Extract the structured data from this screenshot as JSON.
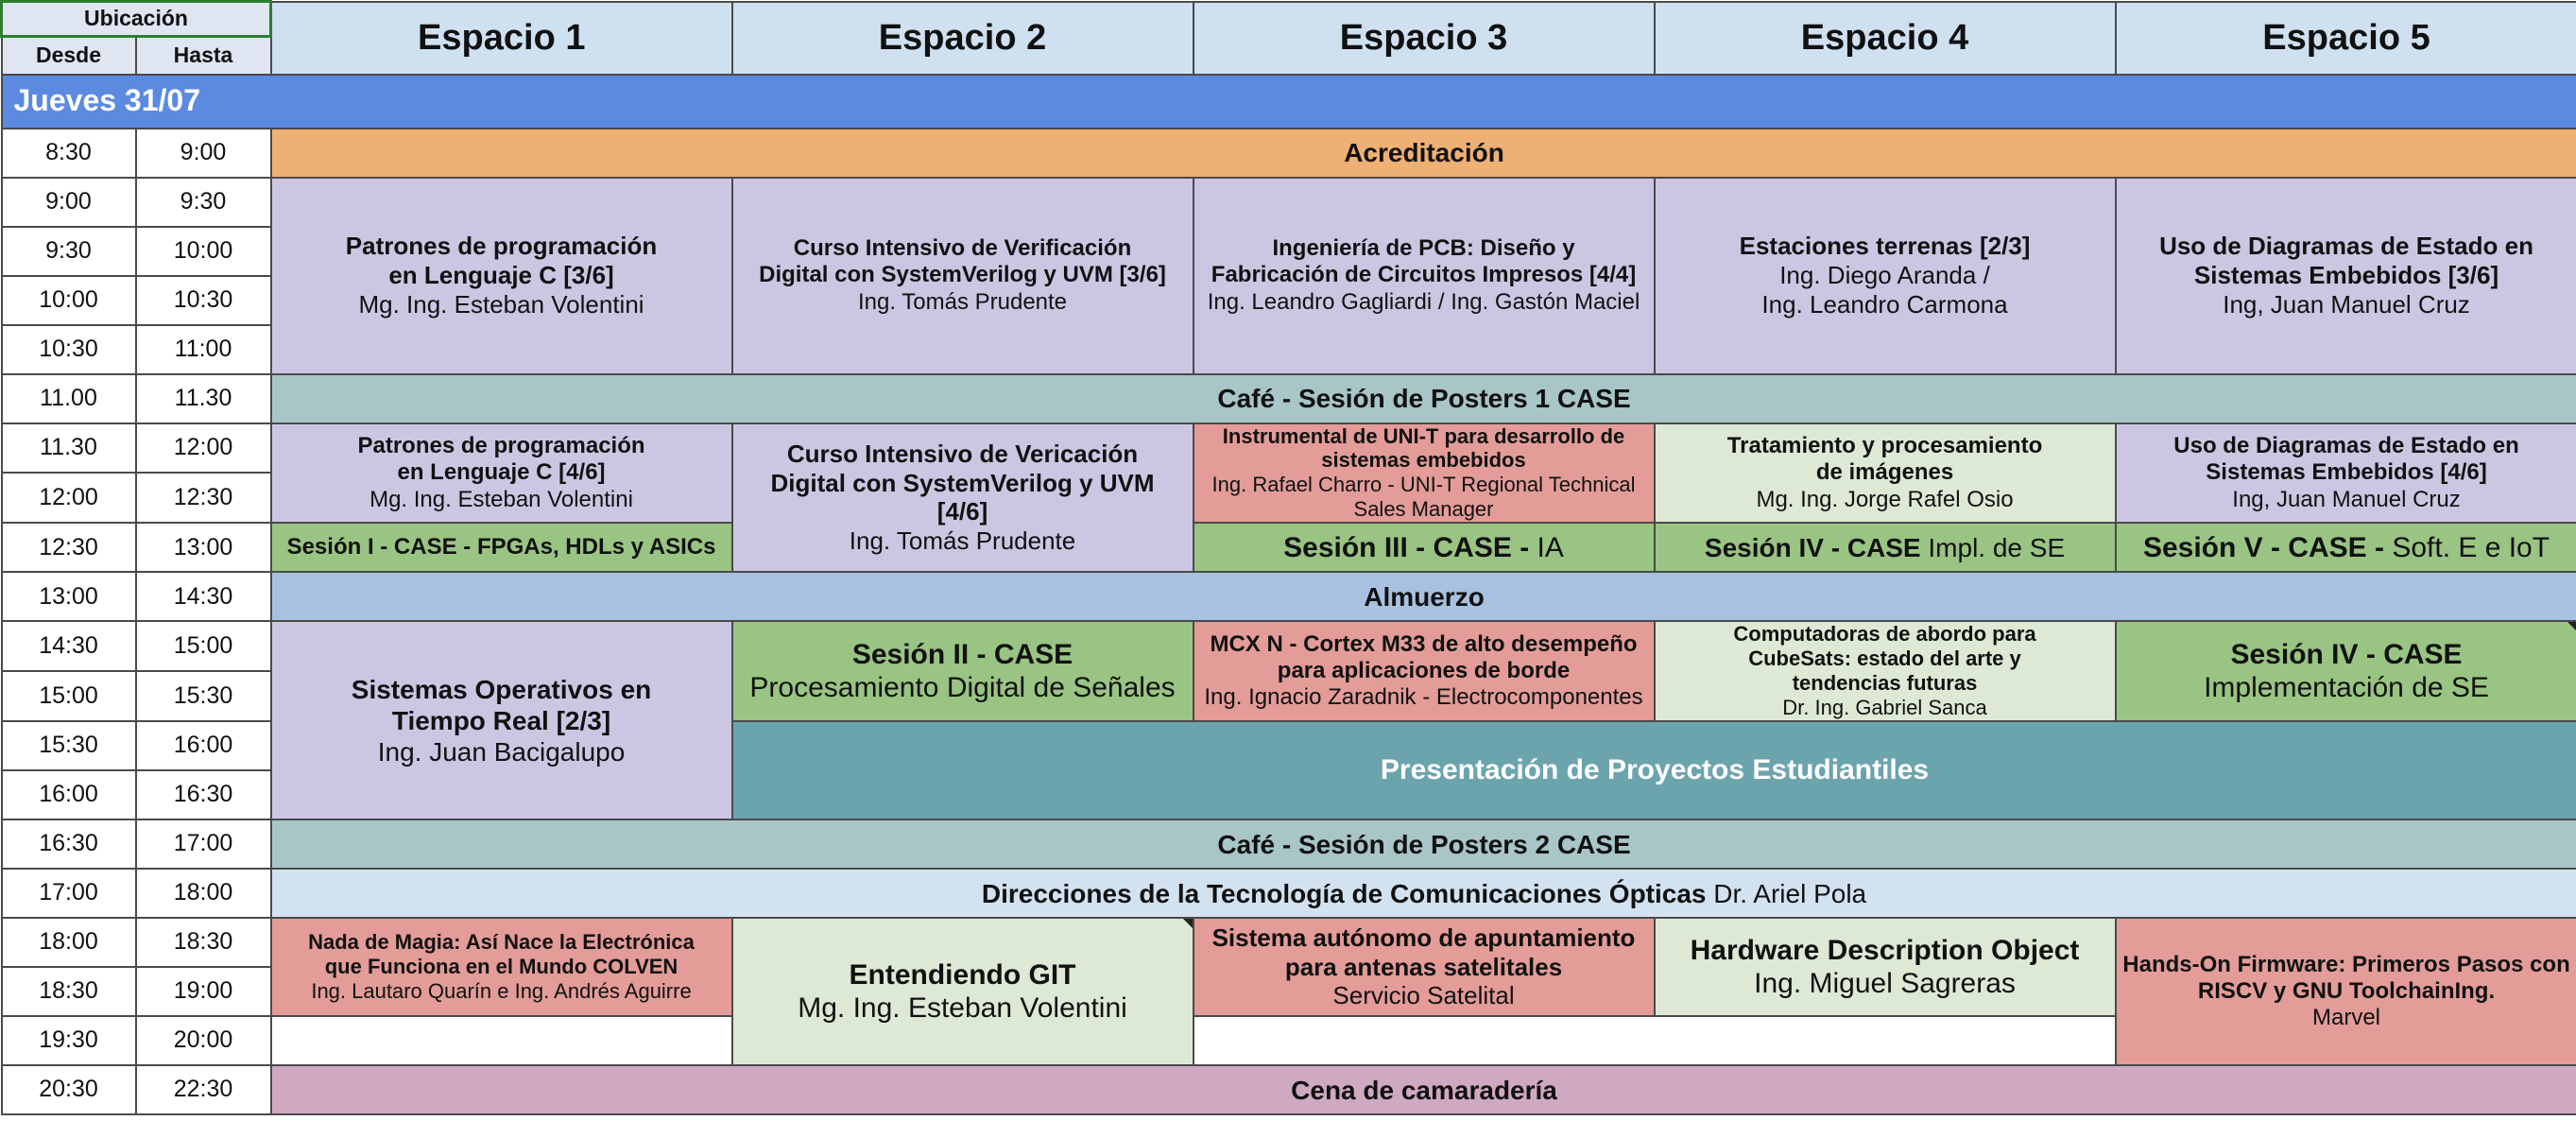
{
  "header": {
    "ubicacion": "Ubicación",
    "desde": "Desde",
    "hasta": "Hasta",
    "espacios": [
      "Espacio 1",
      "Espacio 2",
      "Espacio 3",
      "Espacio 4",
      "Espacio 5"
    ]
  },
  "day": "Jueves 31/07",
  "times": [
    {
      "desde": "8:30",
      "hasta": "9:00"
    },
    {
      "desde": "9:00",
      "hasta": "9:30"
    },
    {
      "desde": "9:30",
      "hasta": "10:00"
    },
    {
      "desde": "10:00",
      "hasta": "10:30"
    },
    {
      "desde": "10:30",
      "hasta": "11:00"
    },
    {
      "desde": "11.00",
      "hasta": "11.30"
    },
    {
      "desde": "11.30",
      "hasta": "12:00"
    },
    {
      "desde": "12:00",
      "hasta": "12:30"
    },
    {
      "desde": "12:30",
      "hasta": "13:00"
    },
    {
      "desde": "13:00",
      "hasta": "14:30"
    },
    {
      "desde": "14:30",
      "hasta": "15:00"
    },
    {
      "desde": "15:00",
      "hasta": "15:30"
    },
    {
      "desde": "15:30",
      "hasta": "16:00"
    },
    {
      "desde": "16:00",
      "hasta": "16:30"
    },
    {
      "desde": "16:30",
      "hasta": "17:00"
    },
    {
      "desde": "17:00",
      "hasta": "18:00"
    },
    {
      "desde": "18:00",
      "hasta": "18:30"
    },
    {
      "desde": "18:30",
      "hasta": "19:00"
    },
    {
      "desde": "19:30",
      "hasta": "20:00"
    },
    {
      "desde": "20:30",
      "hasta": "22:30"
    }
  ],
  "events": {
    "acreditacion": "Acreditación",
    "patrones_a": {
      "title1": "Patrones de programación",
      "title2": "en Lenguaje C [3/6]",
      "speaker": "Mg. Ing. Esteban Volentini"
    },
    "verif_a": {
      "title1": "Curso Intensivo de Verificación",
      "title2": "Digital con SystemVerilog y UVM [3/6]",
      "speaker": "Ing. Tomás Prudente"
    },
    "pcb": {
      "title1": "Ingeniería de PCB: Diseño y",
      "title2": "Fabricación de Circuitos Impresos [4/4]",
      "speaker": "Ing. Leandro Gagliardi / Ing. Gastón Maciel"
    },
    "estaciones": {
      "title": "Estaciones terrenas [2/3]",
      "speaker1": "Ing. Diego Aranda /",
      "speaker2": "Ing. Leandro Carmona"
    },
    "diagramas_a": {
      "title1": "Uso de Diagramas de Estado en",
      "title2": "Sistemas Embebidos [3/6]",
      "speaker": "Ing, Juan Manuel Cruz"
    },
    "cafe1": "Café  - Sesión de Posters 1 CASE",
    "patrones_b": {
      "title1": "Patrones de programación",
      "title2": "en Lenguaje C [4/6]",
      "speaker": "Mg. Ing. Esteban Volentini"
    },
    "verif_b": {
      "title1": "Curso Intensivo de Vericación",
      "title2": "Digital con SystemVerilog y UVM",
      "title3": "[4/6]",
      "speaker": "Ing. Tomás Prudente"
    },
    "unit": {
      "title1": "Instrumental de UNI-T para desarrollo de",
      "title2": "sistemas embebidos",
      "speaker1": "Ing. Rafael Charro - UNI-T Regional Technical",
      "speaker2": "Sales Manager"
    },
    "tratamiento": {
      "title1": "Tratamiento y procesamiento",
      "title2": "de imágenes",
      "speaker": "Mg. Ing. Jorge Rafel Osio"
    },
    "diagramas_b": {
      "title1": "Uso de Diagramas de Estado en",
      "title2": "Sistemas Embebidos [4/6]",
      "speaker": "Ing, Juan Manuel Cruz"
    },
    "sesion1": "Sesión I - CASE - FPGAs, HDLs y ASICs",
    "sesion3": {
      "bold": "Sesión III - CASE - ",
      "normal": "IA"
    },
    "sesion4a": {
      "bold": "Sesión IV - CASE ",
      "normal": "Impl. de SE"
    },
    "sesion5": {
      "bold": "Sesión V - CASE - ",
      "normal": "Soft. E e IoT"
    },
    "almuerzo": "Almuerzo",
    "rtos": {
      "title1": "Sistemas Operativos en",
      "title2": "Tiempo Real [2/3]",
      "speaker": "Ing. Juan Bacigalupo"
    },
    "sesion2": {
      "title": "Sesión II - CASE",
      "subtitle": "Procesamiento Digital de Señales"
    },
    "mcx": {
      "title1": "MCX N - Cortex M33 de alto desempeño",
      "title2": "para aplicaciones de borde",
      "speaker": "Ing. Ignacio Zaradnik - Electrocomponentes"
    },
    "cubesats": {
      "title1": "Computadoras de abordo para",
      "title2": "CubeSats: estado del arte y",
      "title3": "tendencias futuras",
      "speaker": "Dr. Ing. Gabriel Sanca"
    },
    "sesion4b": {
      "title": "Sesión IV - CASE",
      "subtitle": "Implementación de SE"
    },
    "proyectos": "Presentación de Proyectos Estudiantiles",
    "cafe2": "Café  - Sesión de Posters 2 CASE",
    "opticas": {
      "bold": "Direcciones de la Tecnología de Comunicaciones Ópticas ",
      "normal": "Dr. Ariel Pola"
    },
    "magia": {
      "title1": "Nada de Magia: Así Nace la Electrónica",
      "title2": "que Funciona en el Mundo COLVEN",
      "speaker": "Ing. Lautaro Quarín e Ing. Andrés Aguirre"
    },
    "git": {
      "title": "Entendiendo GIT",
      "speaker": "Mg. Ing. Esteban Volentini"
    },
    "antenas": {
      "title1": "Sistema autónomo de apuntamiento",
      "title2": "para antenas satelitales",
      "speaker": "Servicio Satelital"
    },
    "hdo": {
      "title": "Hardware Description Object",
      "speaker": "Ing. Miguel Sagreras"
    },
    "firmware": {
      "title1": "Hands-On Firmware: Primeros Pasos con",
      "title2": "RISCV y GNU ToolchainIng.",
      "speaker": "Marvel"
    },
    "cena": "Cena de camaradería"
  },
  "colors": {
    "header": "#cfe0f1",
    "day": "#5b8ae0",
    "acreditacion": "#efb073",
    "course": "#cdc6e3",
    "cafe": "#a8c5c7",
    "talk_light_green": "#dde9d5",
    "session_green": "#99c483",
    "sponsor_talk": "#e39c98",
    "almuerzo": "#a7c1e0",
    "proyectos": "#6ca4ae",
    "keynote": "#d3e2f1",
    "cena": "#cfa8c2",
    "selected_cell_border": "#2e7d32"
  }
}
